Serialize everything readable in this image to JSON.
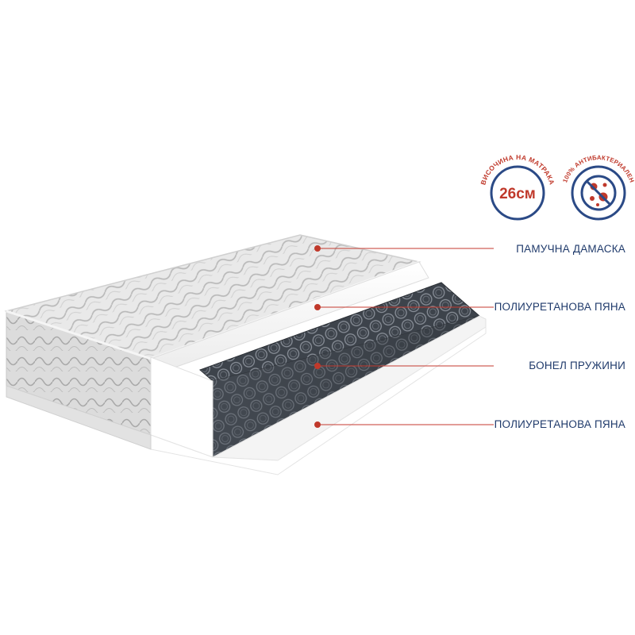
{
  "badges": {
    "height": {
      "ring_text": "ВИСОЧИНА НА МАТРАКА",
      "value": "26см"
    },
    "antibacterial": {
      "ring_text": "100% АНТИБАКТЕРИАЛЕН",
      "icon": "no-bacteria-icon"
    }
  },
  "layers": [
    {
      "label": "ПАМУЧНА ДАМАСКА"
    },
    {
      "label": "ПОЛИУРЕТАНОВА ПЯНА"
    },
    {
      "label": "БОНЕЛ ПРУЖИНИ"
    },
    {
      "label": "ПОЛИУРЕТАНОВА ПЯНА"
    }
  ],
  "colors": {
    "badge_blue": "#2b4a86",
    "badge_red": "#c0392b",
    "label_text": "#1f3a6b",
    "leader_line": "#c43a2f",
    "dot": "#c0392b"
  }
}
